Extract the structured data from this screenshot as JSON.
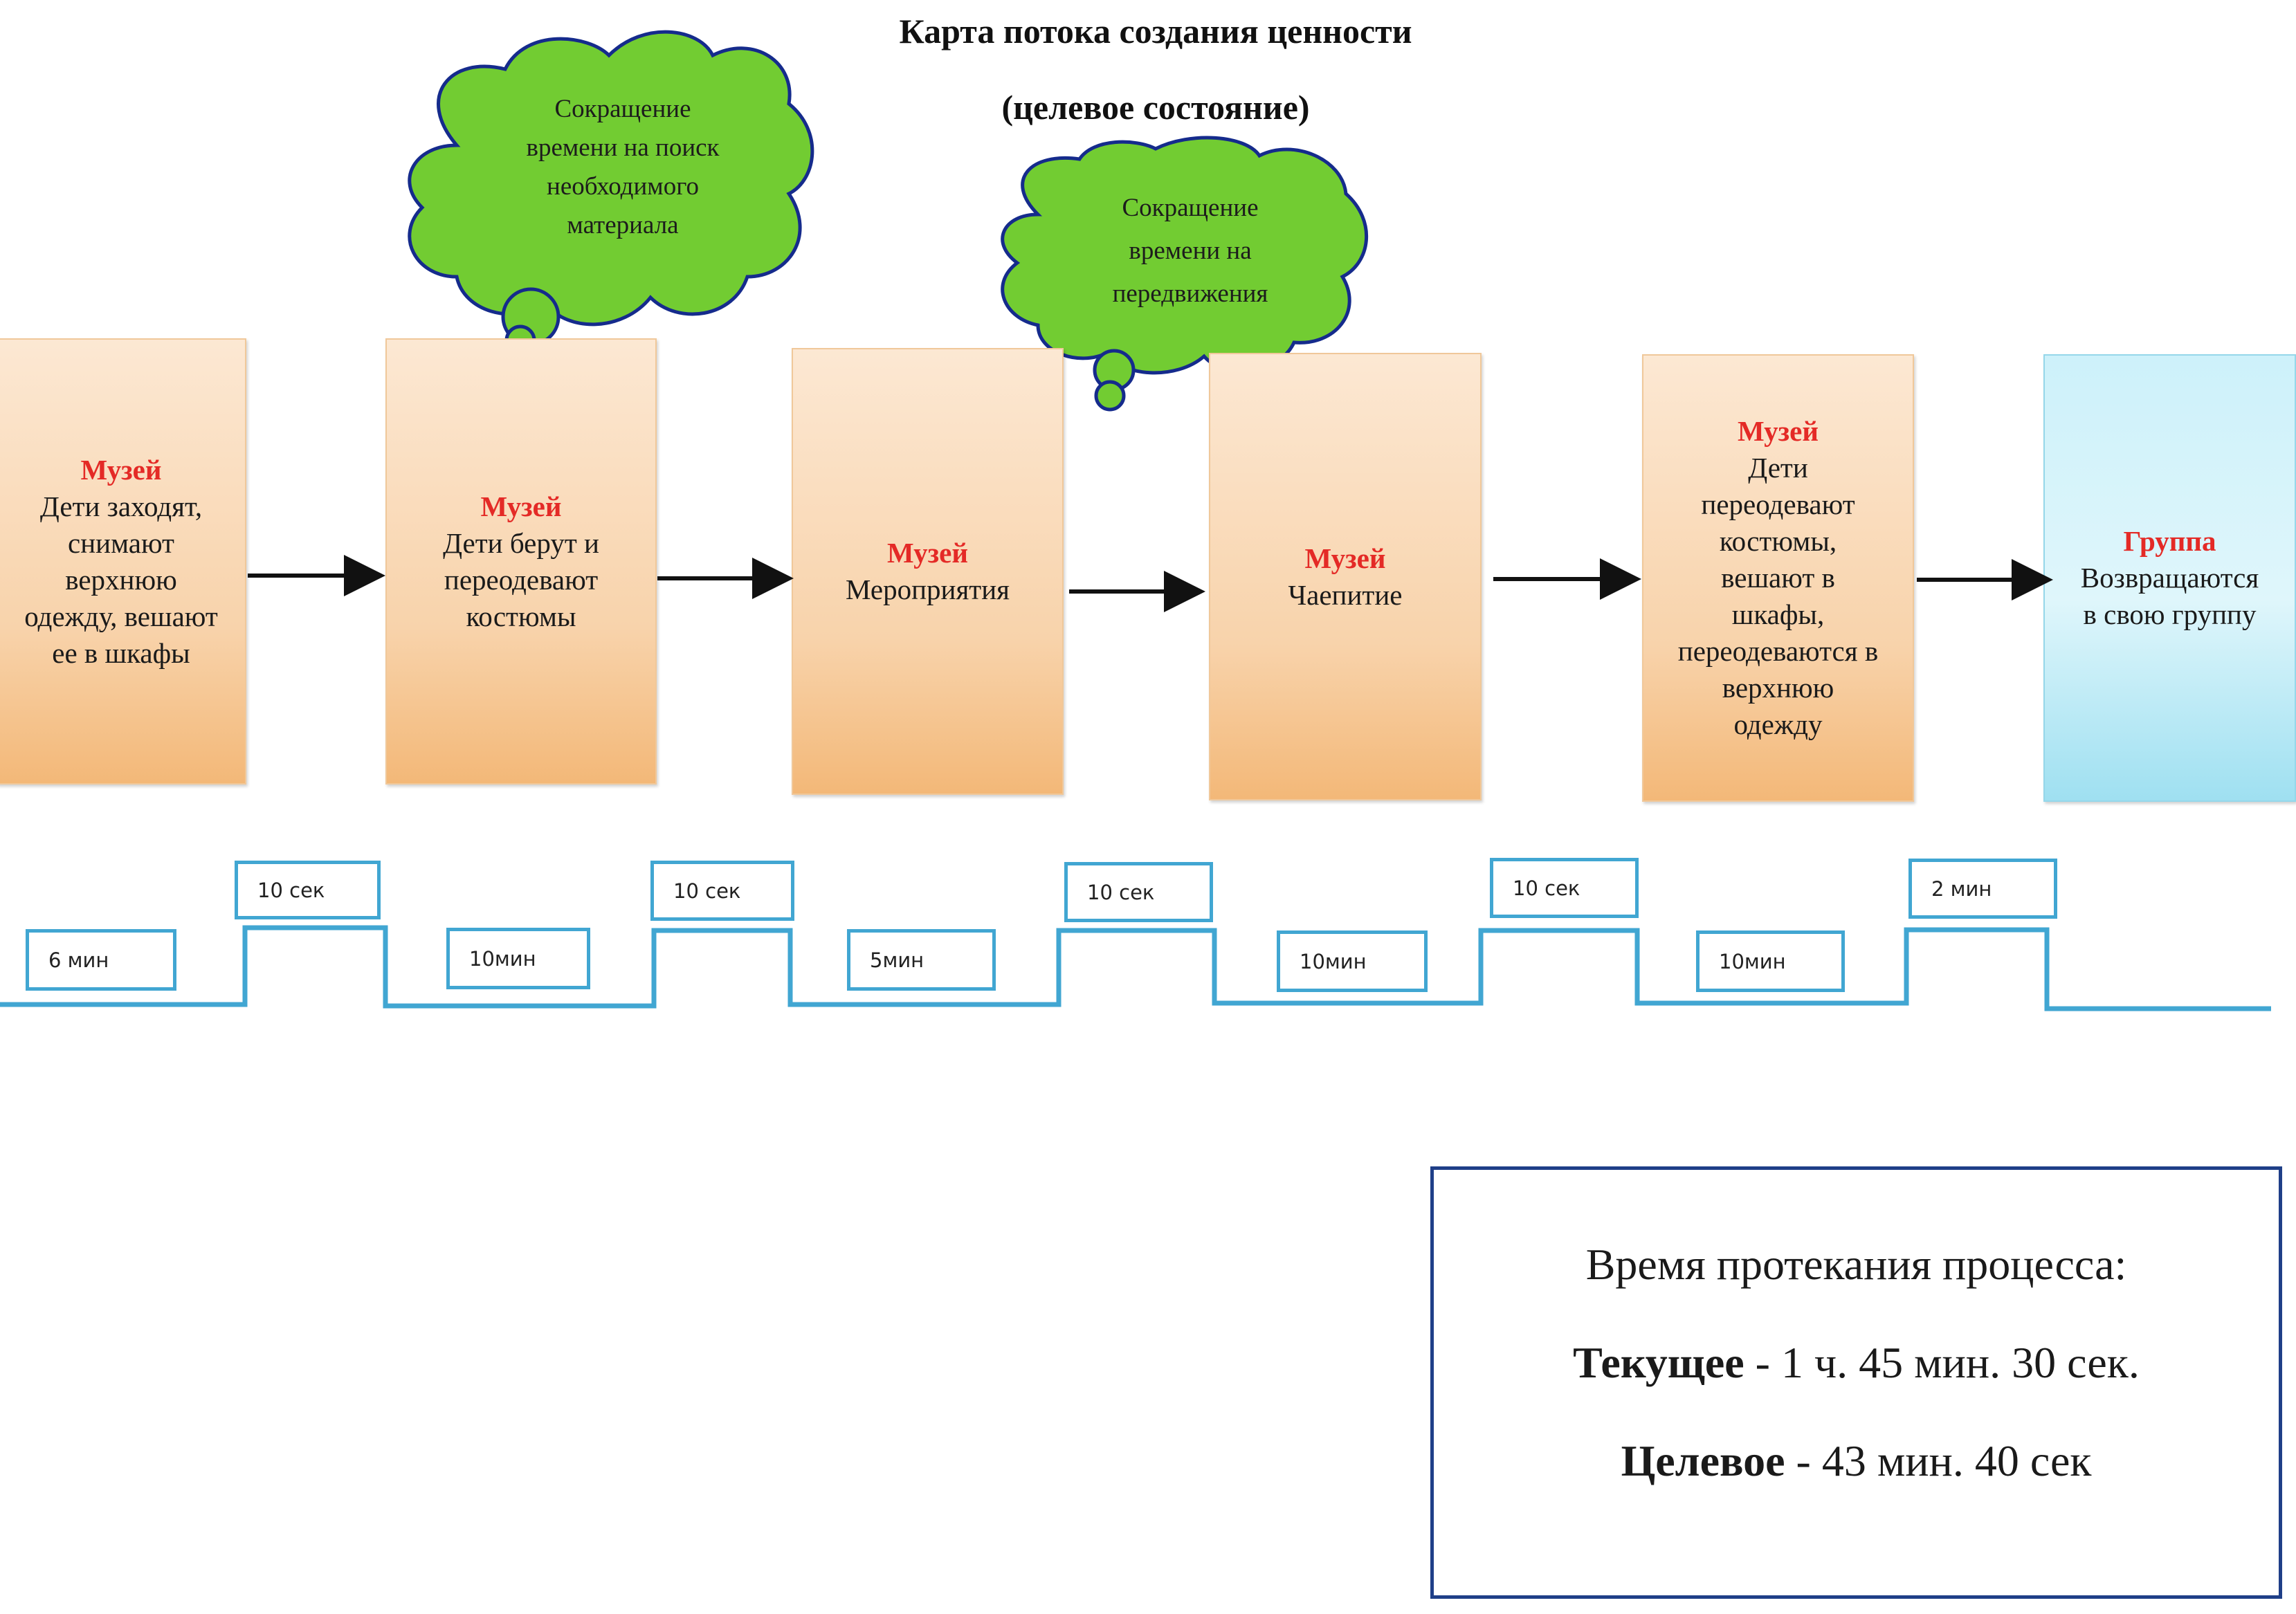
{
  "title": {
    "line1": "Карта потока  создания ценности",
    "line2": "(целевое состояние)"
  },
  "clouds": [
    {
      "id": "cloud-1",
      "lines": [
        "Сокращение",
        "времени на поиск",
        "необходимого",
        "материала"
      ],
      "color": "#72cc32"
    },
    {
      "id": "cloud-2",
      "lines": [
        "Сокращение",
        "времени на",
        "передвижения"
      ],
      "color": "#72cc32"
    }
  ],
  "steps": [
    {
      "place": "Музей",
      "lines": [
        "Дети заходят,",
        "снимают",
        "верхнюю",
        "одежду, вешают",
        "ее в шкафы"
      ]
    },
    {
      "place": "Музей",
      "lines": [
        "Дети берут и",
        "переодевают",
        "костюмы"
      ]
    },
    {
      "place": "Музей",
      "lines": [
        "Мероприятия"
      ]
    },
    {
      "place": "Музей",
      "lines": [
        "Чаепитие"
      ]
    },
    {
      "place": "Музей",
      "lines": [
        "Дети",
        "переодевают",
        "костюмы,",
        "вешают в",
        "шкафы,",
        "переодеваются в",
        "верхнюю",
        "одежду"
      ]
    },
    {
      "place": "Группа",
      "lines": [
        "Возвращаются",
        "в  свою группу"
      ]
    }
  ],
  "timeline": {
    "low_times": [
      "6 мин",
      "10мин",
      "5мин",
      "10мин",
      "10мин"
    ],
    "high_times": [
      "10 сек",
      "10 сек",
      "10 сек",
      "10 сек",
      "2 мин"
    ],
    "line_color": "#41a6d2"
  },
  "summary": {
    "heading": "Время протекания процесса:",
    "current_label": "Текущее",
    "current_value": " - 1 ч. 45 мин. 30 сек.",
    "target_label": "Целевое",
    "target_value": " - 43 мин. 40 сек"
  },
  "colors": {
    "place_accent": "#e42a26",
    "step_fill": "#f8d3ab",
    "group_fill": "#cdf1fa",
    "summary_border": "#1f3f88"
  }
}
